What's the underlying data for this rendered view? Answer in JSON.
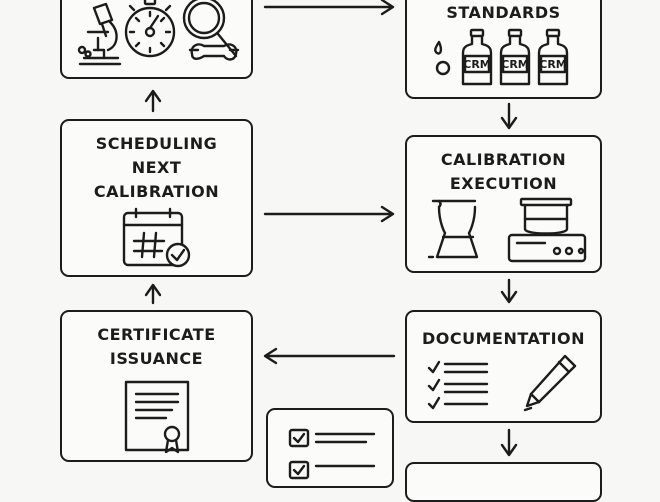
{
  "diagram": {
    "nodes": {
      "standards": {
        "label": "STANDARDS",
        "bottle_label": "CRM"
      },
      "calibration_execution": {
        "line1": "CALIBRATION",
        "line2": "EXECUTION"
      },
      "documentation": {
        "label": "DOCUMENTATION"
      },
      "certificate_issuance": {
        "line1": "CERTIFICATE",
        "line2": "ISSUANCE"
      },
      "scheduling": {
        "line1": "SCHEDULING",
        "line2": "NEXT",
        "line3": "CALIBRATION"
      }
    },
    "icons": {
      "equipment": [
        "microscope-icon",
        "stopwatch-icon",
        "magnifier-icon",
        "wrench-icon"
      ],
      "standards": [
        "droplets-icon",
        "crm-bottle-icon"
      ],
      "calibration": [
        "beaker-icon",
        "balance-icon"
      ],
      "documentation": [
        "checklist-icon",
        "pen-icon"
      ],
      "certificate": [
        "certificate-icon"
      ],
      "scheduling": [
        "calendar-check-icon"
      ],
      "review": [
        "checklist-form-icon"
      ]
    }
  }
}
